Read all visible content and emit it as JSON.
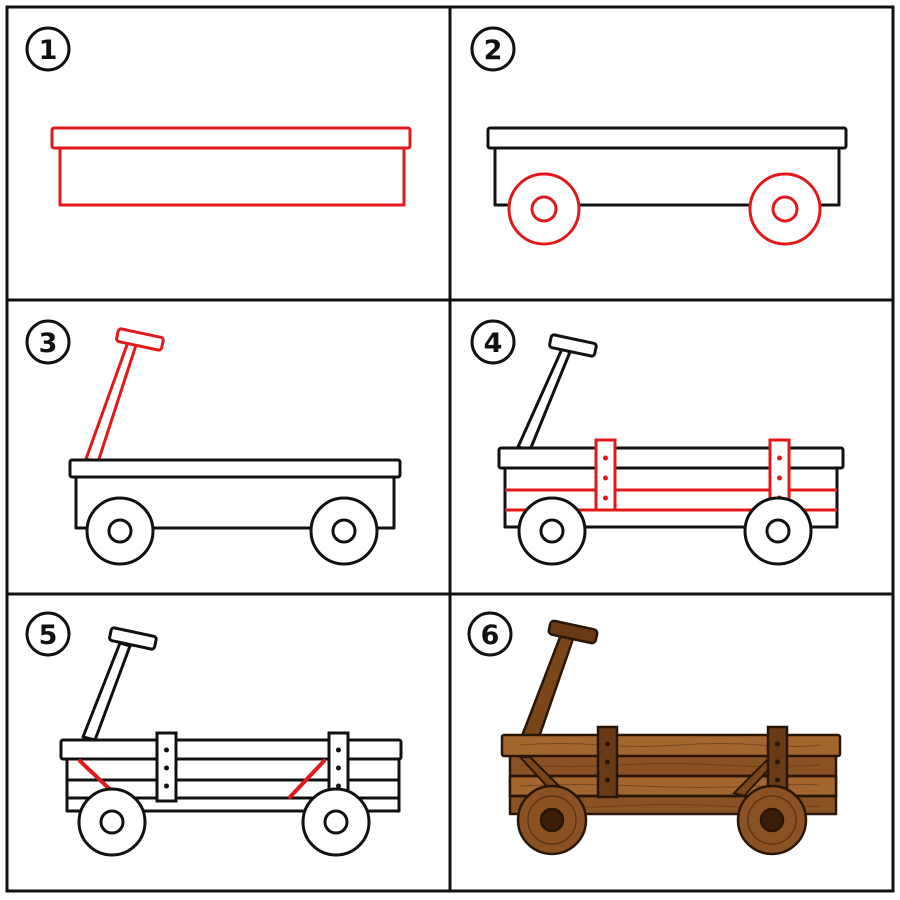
{
  "title": "",
  "colors": {
    "outline": "#111111",
    "highlight": "#e01a1a",
    "wood_light": "#a2662e",
    "wood_mid": "#8a5222",
    "wood_dark": "#5e3512",
    "wheel_center": "#3a1e0a"
  },
  "steps": [
    {
      "number": "1"
    },
    {
      "number": "2"
    },
    {
      "number": "3"
    },
    {
      "number": "4"
    },
    {
      "number": "5"
    },
    {
      "number": "6"
    }
  ]
}
